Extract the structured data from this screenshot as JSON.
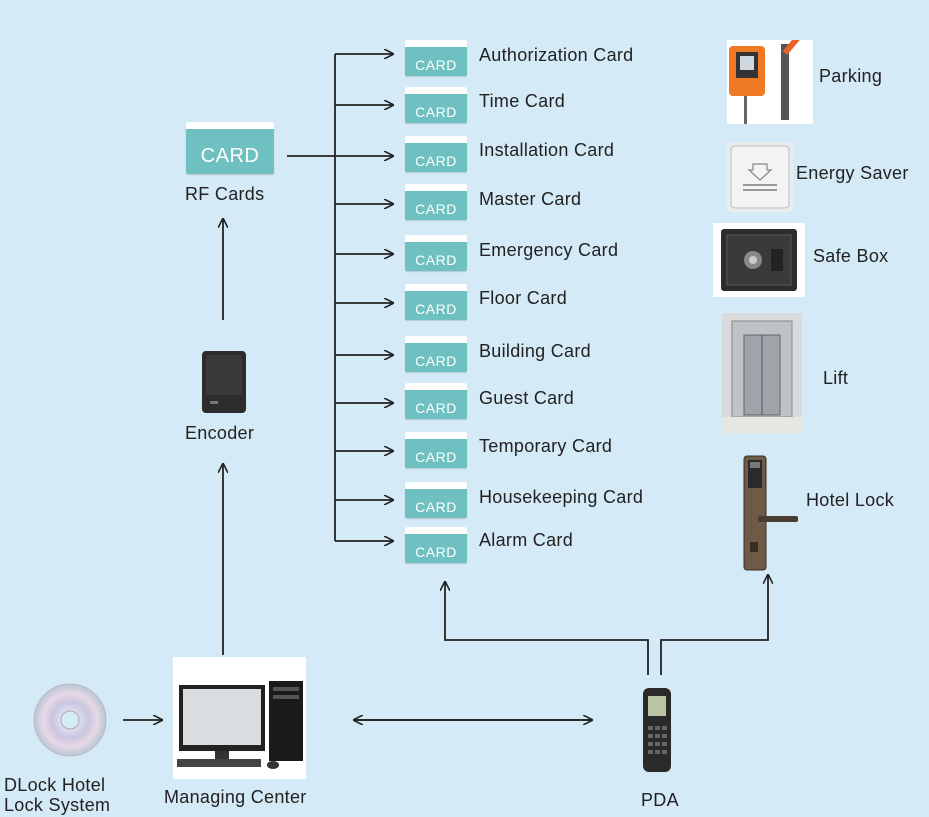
{
  "card_icon_text": "CARD",
  "rf_cards": {
    "icon_text": "CARD",
    "label": "RF Cards"
  },
  "encoder": {
    "label": "Encoder"
  },
  "managing_center": {
    "label": "Managing Center"
  },
  "dlock": {
    "label_line1": "DLock Hotel",
    "label_line2": "Lock System"
  },
  "pda": {
    "label": "PDA"
  },
  "cards": [
    {
      "label": "Authorization Card"
    },
    {
      "label": "Time Card"
    },
    {
      "label": "Installation Card"
    },
    {
      "label": "Master Card"
    },
    {
      "label": "Emergency Card"
    },
    {
      "label": "Floor Card"
    },
    {
      "label": "Building Card"
    },
    {
      "label": "Guest Card"
    },
    {
      "label": "Temporary Card"
    },
    {
      "label": "Housekeeping Card"
    },
    {
      "label": "Alarm Card"
    }
  ],
  "devices": [
    {
      "label": "Parking",
      "icon": "parking-barrier-icon"
    },
    {
      "label": "Energy Saver",
      "icon": "energy-saver-icon"
    },
    {
      "label": "Safe Box",
      "icon": "safe-box-icon"
    },
    {
      "label": "Lift",
      "icon": "lift-icon"
    },
    {
      "label": "Hotel Lock",
      "icon": "hotel-lock-icon"
    }
  ],
  "colors": {
    "background": "#d4eaf6",
    "card": "#6fc1c1",
    "line": "#222222"
  }
}
